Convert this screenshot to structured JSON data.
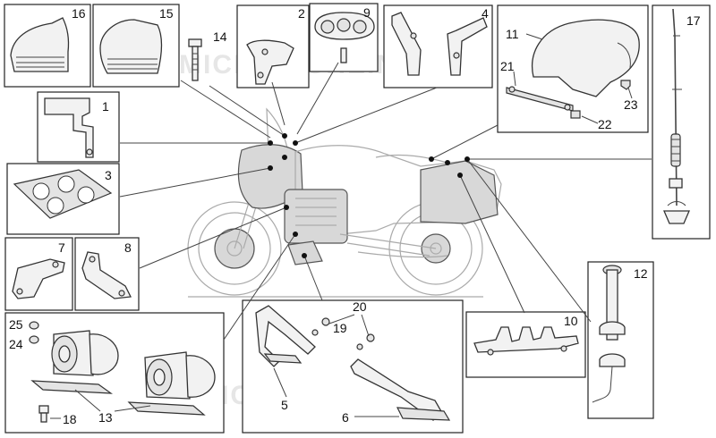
{
  "watermark": "MICROFICHE.NET",
  "labels": {
    "p1": "1",
    "p2": "2",
    "p3": "3",
    "p4": "4",
    "p5": "5",
    "p6": "6",
    "p7": "7",
    "p8": "8",
    "p9": "9",
    "p10": "10",
    "p11": "11",
    "p12": "12",
    "p13": "13",
    "p14": "14",
    "p15": "15",
    "p16": "16",
    "p17": "17",
    "p18": "18",
    "p19": "19",
    "p20": "20",
    "p21": "21",
    "p22": "22",
    "p23": "23",
    "p24": "24",
    "p25": "25"
  }
}
